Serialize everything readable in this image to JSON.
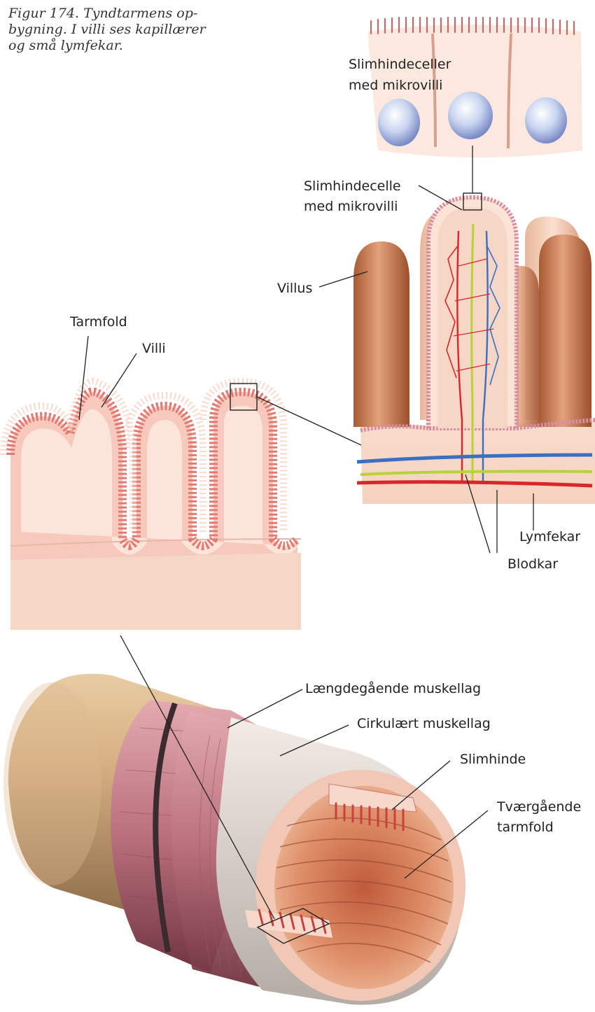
{
  "caption": {
    "line1": "Figur 174. Tyndtarmens op-",
    "line2": "bygning. I villi ses kapillærer",
    "line3": "og små lymfekar."
  },
  "labels": {
    "slimhindeceller_1": "Slimhindeceller",
    "slimhindeceller_2": "med mikrovilli",
    "slimhindecelle_1": "Slimhindecelle",
    "slimhindecelle_2": "med mikrovilli",
    "villus": "Villus",
    "tarmfold": "Tarmfold",
    "villi": "Villi",
    "lymfekar": "Lymfekar",
    "blodkar": "Blodkar",
    "laengde": "Længdegående muskellag",
    "cirkulaert": "Cirkulært muskellag",
    "slimhinde": "Slimhinde",
    "tvaer_1": "Tværgående",
    "tvaer_2": "tarmfold"
  },
  "colors": {
    "mucosa": "#f6c9bc",
    "villus_brown": "#c97a52",
    "blood": "#d9262b",
    "vein": "#3b6fc2",
    "lymph": "#b6d33a",
    "muscle": "#b86a78",
    "outer_tube": "#d9b48a"
  }
}
